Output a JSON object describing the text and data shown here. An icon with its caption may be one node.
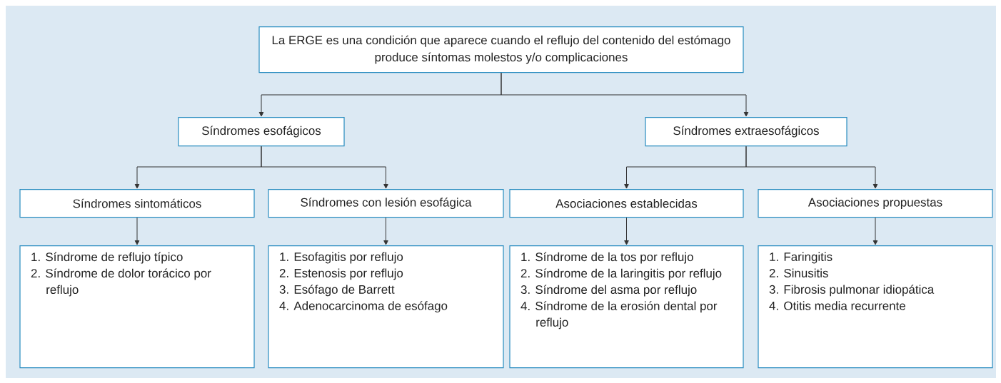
{
  "diagram": {
    "nodes": [
      {
        "text": [
          "La ERGE es una condición que aparece cuando el reflujo del contenido del estómago produce síntomas molestos y/o complicaciones"
        ]
      },
      {
        "text": [
          "Síndromes esofágicos"
        ]
      },
      {
        "text": [
          "Síndromes extraesofágicos"
        ]
      },
      {
        "text": [
          "Síndromes sintomáticos"
        ]
      },
      {
        "text": [
          "Síndromes con lesión esofágica"
        ]
      },
      {
        "text": [
          "Asociaciones establecidas"
        ]
      },
      {
        "text": [
          "Asociaciones propuestas"
        ]
      },
      {
        "text": [
          "1. Síndrome de reflujo típico",
          "2. Síndrome de dolor torácico por reflujo"
        ]
      },
      {
        "text": [
          "1. Esofagitis por reflujo",
          "2. Estenosis por reflujo",
          "3. Esófago de Barrett",
          "4. Adenocarcinoma de esófago"
        ]
      },
      {
        "text": [
          "1. Síndrome de la tos por reflujo",
          "2. Síndrome de la laringitis por reflujo",
          "3. Síndrome del asma por reflujo",
          "4. Síndrome de la erosión dental por reflujo"
        ]
      },
      {
        "text": [
          "1. Faringitis",
          "2. Sinusitis",
          "3. Fibrosis pulmonar idiopática",
          "4. Otitis media recurrente"
        ]
      }
    ],
    "edges": [
      {
        "from": 0,
        "to": 1,
        "arrow": "to"
      },
      {
        "from": 0,
        "to": 2,
        "arrow": "to"
      },
      {
        "from": 1,
        "to": 3,
        "arrow": "to"
      },
      {
        "from": 1,
        "to": 4,
        "arrow": "to"
      },
      {
        "from": 2,
        "to": 5,
        "arrow": "to"
      },
      {
        "from": 2,
        "to": 6,
        "arrow": "to"
      },
      {
        "from": 3,
        "to": 7,
        "arrow": "to"
      },
      {
        "from": 4,
        "to": 8,
        "arrow": "to"
      },
      {
        "from": 5,
        "to": 9,
        "arrow": "to"
      },
      {
        "from": 6,
        "to": 10,
        "arrow": "to"
      }
    ]
  }
}
